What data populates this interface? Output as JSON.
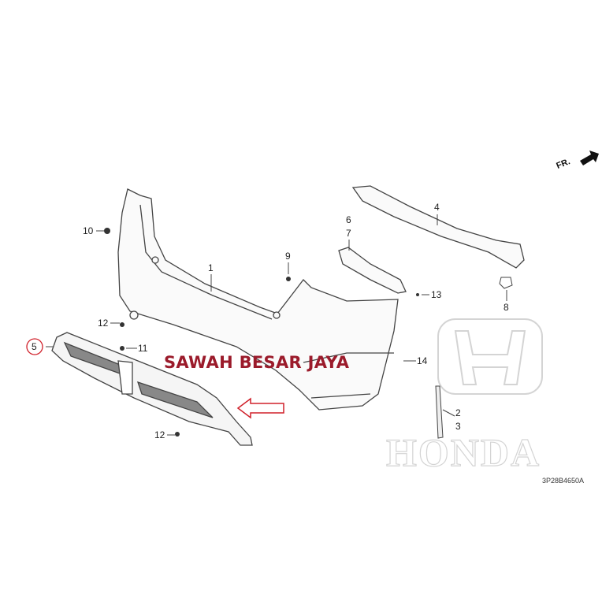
{
  "diagram": {
    "watermark_text": "SAWAH BESAR JAYA",
    "logo_text": "HONDA",
    "direction_label": "FR.",
    "diagram_code": "3P28B4650A",
    "highlighted_part": "5",
    "colors": {
      "watermark": "#9b1b2b",
      "highlight": "#d0202a",
      "line": "#444444",
      "logo": "#d4d4d4"
    },
    "callouts": {
      "p1": "1",
      "p2": "2",
      "p3": "3",
      "p4": "4",
      "p5": "5",
      "p6": "6",
      "p7": "7",
      "p8": "8",
      "p9": "9",
      "p10": "10",
      "p11": "11",
      "p12a": "12",
      "p12b": "12",
      "p13": "13",
      "p14": "14"
    }
  }
}
